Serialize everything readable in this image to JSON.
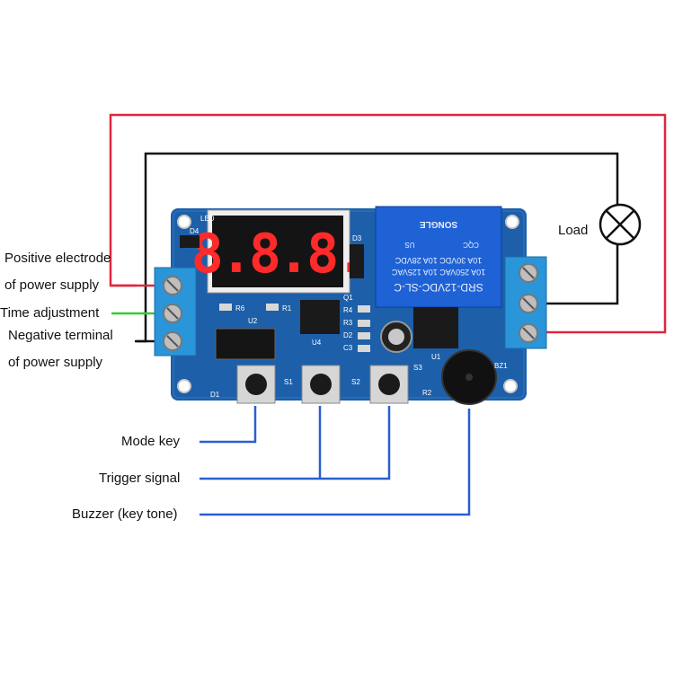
{
  "labels": {
    "positive_line1": "Positive electrode",
    "positive_line2": "of power supply",
    "time_adjustment": "Time adjustment",
    "negative_line1": "Negative terminal",
    "negative_line2": "of power supply",
    "load": "Load",
    "mode_key": "Mode key",
    "trigger_signal": "Trigger signal",
    "buzzer": "Buzzer (key tone)"
  },
  "board": {
    "display_digits": "8.8.8.",
    "relay_line1": "SRD-12VDC-SL-C",
    "relay_line2": "10A 250VAC  10A 125VAC",
    "relay_line3": "10A 30VDC  10A 28VDC",
    "relay_brand": "SONGLE",
    "relay_cert": "CQC",
    "relay_ul": "US",
    "silk_led": "LED",
    "silk_d4": "D4",
    "silk_d3": "D3",
    "silk_r6": "R6",
    "silk_r1": "R1",
    "silk_u2": "U2",
    "silk_q1": "Q1",
    "silk_r4": "R4",
    "silk_r3": "R3",
    "silk_d2": "D2",
    "silk_c3": "C3",
    "silk_u4": "U4",
    "silk_u1": "U1",
    "silk_s1": "S1",
    "silk_s2": "S2",
    "silk_s3": "S3",
    "silk_d1": "D1",
    "silk_r2": "R2",
    "silk_bz1": "BZ1"
  },
  "colors": {
    "positive_wire": "#e0263c",
    "negative_wire": "#111111",
    "time_wire": "#33cc33",
    "leader_line": "#2a5fd0",
    "board": "#1d5fa8"
  }
}
